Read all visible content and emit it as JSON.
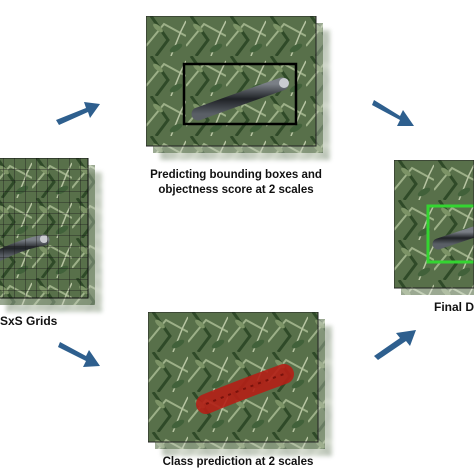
{
  "captions": {
    "grids": "SxS Grids",
    "bbox_line1": "Predicting bounding boxes and",
    "bbox_line2": "objectness score at 2 scales",
    "class": "Class prediction at 2 scales",
    "final": "Final D"
  },
  "colors": {
    "arrow": "#2e5f8e",
    "bbox_stroke": "#000000",
    "final_box": "#34d431",
    "class_mask": "#b51f16",
    "grid_line": "#1a1a1a",
    "foliage_dark": "#3c5a31",
    "foliage_light": "#8fa77a"
  },
  "icons": {
    "arrow": "arrow-icon",
    "caterpillar": "caterpillar-icon"
  }
}
